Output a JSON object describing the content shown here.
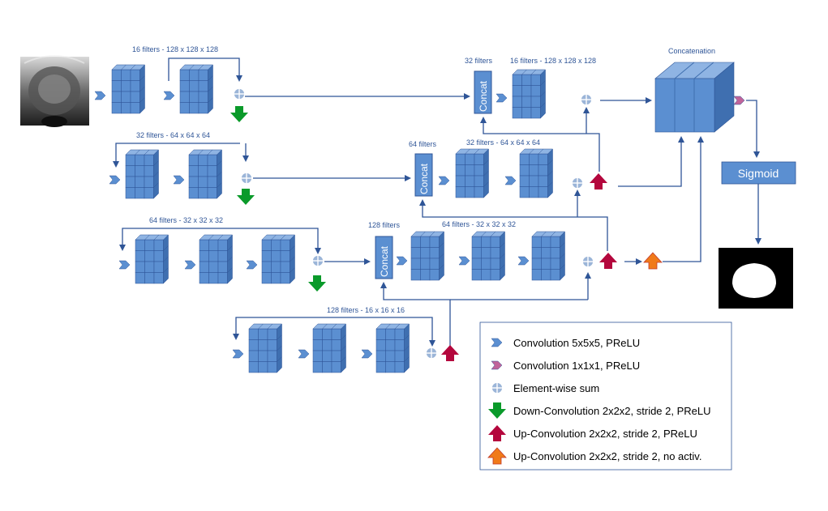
{
  "labels": {
    "enc1": "16 filters - 128 x 128 x 128",
    "enc2": "32 filters - 64 x 64 x 64",
    "enc3": "64 filters - 32 x 32 x 32",
    "enc4": "128 filters - 16 x 16 x 16",
    "dec1_concat": "32 filters",
    "dec1": "16 filters - 128 x 128 x 128",
    "dec2_concat": "64 filters",
    "dec2": "32 filters - 64 x 64 x 64",
    "dec3_concat": "128 filters",
    "dec3": "64 filters - 32 x 32 x 32",
    "concatenation": "Concatenation",
    "concat": "Concat",
    "sigmoid": "Sigmoid"
  },
  "legend": [
    {
      "icon": "conv-5x5x5-icon",
      "color": "#5b8fd1",
      "text": "Convolution 5x5x5, PReLU"
    },
    {
      "icon": "conv-1x1x1-icon",
      "color": "#c0649a",
      "text": "Convolution 1x1x1, PReLU"
    },
    {
      "icon": "sum-icon",
      "color": "#9bb5d8",
      "text": "Element-wise sum"
    },
    {
      "icon": "down-conv-icon",
      "color": "#0a9a2a",
      "text": "Down-Convolution 2x2x2, stride 2, PReLU"
    },
    {
      "icon": "up-conv-prelu-icon",
      "color": "#b4073d",
      "text": "Up-Convolution 2x2x2, stride 2, PReLU"
    },
    {
      "icon": "up-conv-noact-icon",
      "color": "#f07a1a",
      "text": "Up-Convolution 2x2x2, stride 2, no activ."
    }
  ],
  "colors": {
    "block_face": "#5b8fd1",
    "block_top": "#8fb4e3",
    "block_side": "#3f6fb0",
    "line": "#2f5597",
    "down": "#0a9a2a",
    "up": "#b4073d",
    "up_noact": "#f07a1a",
    "conv1": "#c0649a"
  }
}
